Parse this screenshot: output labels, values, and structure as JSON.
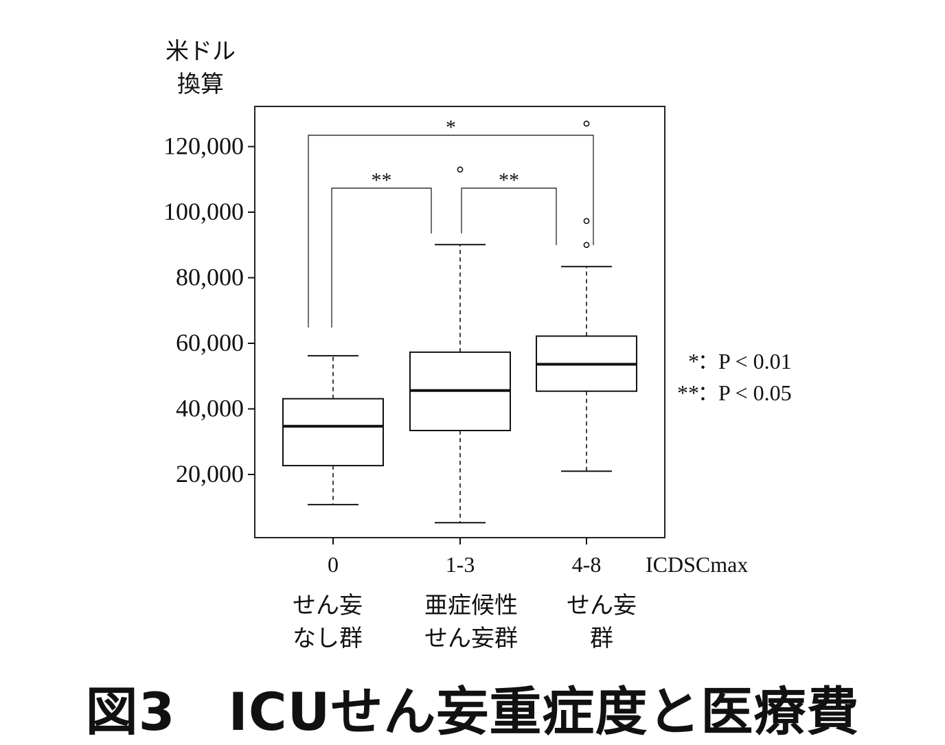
{
  "chart_data": {
    "type": "boxplot",
    "ylabel": [
      "米ドル",
      "換算"
    ],
    "xlabel": "ICDSCmax",
    "ylim": [
      0,
      133000
    ],
    "yticks": [
      20000,
      40000,
      60000,
      80000,
      100000,
      120000
    ],
    "ytick_labels": [
      "20,000",
      "40,000",
      "60,000",
      "80,000",
      "100,000",
      "120,000"
    ],
    "grid": false,
    "categories": [
      "0",
      "1-3",
      "4-8"
    ],
    "group_labels": [
      [
        "せん妄",
        "なし群"
      ],
      [
        "亜症候性",
        "せん妄群"
      ],
      [
        "せん妄",
        "群"
      ]
    ],
    "boxes": [
      {
        "category": "0",
        "whisker_low": 10800,
        "q1": 22700,
        "median": 34700,
        "q3": 43100,
        "whisker_high": 56200,
        "outliers": []
      },
      {
        "category": "1-3",
        "whisker_low": 5300,
        "q1": 33400,
        "median": 45600,
        "q3": 57300,
        "whisker_high": 90100,
        "outliers": [
          113000
        ]
      },
      {
        "category": "4-8",
        "whisker_low": 21000,
        "q1": 45400,
        "median": 53600,
        "q3": 62200,
        "whisker_high": 83400,
        "outliers": [
          90000,
          97300,
          127000
        ]
      }
    ],
    "significance": [
      {
        "from": "0",
        "to": "1-3",
        "label": "**"
      },
      {
        "from": "1-3",
        "to": "4-8",
        "label": "**"
      },
      {
        "from": "0",
        "to": "4-8",
        "label": "*"
      }
    ],
    "legend": [
      {
        "symbol": "*",
        "text": "P < 0.01"
      },
      {
        "symbol": "**",
        "text": "P < 0.05"
      }
    ],
    "legend_separator": "：",
    "legend_position": "right"
  },
  "figure": {
    "title": "図3　ICUせん妄重症度と医療費"
  }
}
